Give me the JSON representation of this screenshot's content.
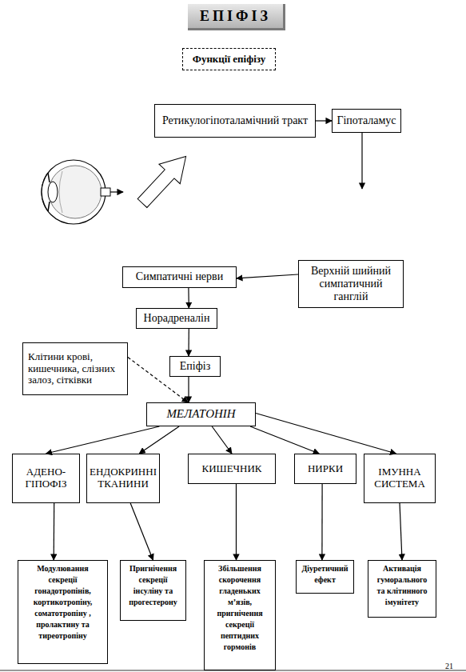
{
  "diagram": {
    "title": "ЕПІФІЗ",
    "nodes": [
      {
        "text": [
          "Функції епіфізу"
        ]
      },
      {
        "text": [
          "Ретикулогіпоталамічний тракт"
        ]
      },
      {
        "text": [
          "Гіпоталамус"
        ]
      },
      {
        "text": [
          "Симпатичні нерви"
        ]
      },
      {
        "text": [
          "Верхній шийний симпатичний ганглій"
        ]
      },
      {
        "text": [
          "Норадреналін"
        ]
      },
      {
        "text": [
          "Клітини крові, кишечника, слізних залоз, сітківки"
        ]
      },
      {
        "text": [
          "Епіфіз"
        ]
      },
      {
        "text": [
          "МЕЛАТОНІН"
        ]
      },
      {
        "text": [
          "АДЕНО-ГІПОФІЗ"
        ]
      },
      {
        "text": [
          "ЕНДОКРИННІ ТКАНИНИ"
        ]
      },
      {
        "text": [
          "КИШЕЧНИК"
        ]
      },
      {
        "text": [
          "НИРКИ"
        ]
      },
      {
        "text": [
          "ІМУННА СИСТЕМА"
        ]
      },
      {
        "text": [
          "Модулювання секреції гонадотропінів, кортикотропіну, соматотропіну , пролактину та тиреотропіну"
        ]
      },
      {
        "text": [
          "Пригнічення секреції інсуліну та прогестерону"
        ]
      },
      {
        "text": [
          "Збільшення скорочення гладеньких м’язів, пригнічення секреції пептидних гормонів"
        ]
      },
      {
        "text": [
          "Діуретичний ефект"
        ]
      },
      {
        "text": [
          "Активація гуморального та клітинного імунітету"
        ]
      }
    ],
    "edges": [
      {
        "from": 1,
        "to": 2,
        "arrow": "to"
      },
      {
        "from": 4,
        "to": 3,
        "arrow": "to"
      },
      {
        "from": 3,
        "to": 5,
        "arrow": "to"
      },
      {
        "from": 5,
        "to": 7,
        "arrow": "to"
      },
      {
        "from": 6,
        "to": 8,
        "arrow": "to"
      },
      {
        "from": 7,
        "to": 8,
        "arrow": "to"
      },
      {
        "from": 8,
        "to": 9,
        "arrow": "to"
      },
      {
        "from": 8,
        "to": 10,
        "arrow": "to"
      },
      {
        "from": 8,
        "to": 11,
        "arrow": "to"
      },
      {
        "from": 8,
        "to": 12,
        "arrow": "to"
      },
      {
        "from": 8,
        "to": 13,
        "arrow": "to"
      },
      {
        "from": 9,
        "to": 14,
        "arrow": "to"
      },
      {
        "from": 10,
        "to": 15,
        "arrow": "to"
      },
      {
        "from": 11,
        "to": 16,
        "arrow": "to"
      },
      {
        "from": 12,
        "to": 17,
        "arrow": "to"
      },
      {
        "from": 13,
        "to": 18,
        "arrow": "to"
      }
    ],
    "labels": [
      "21"
    ]
  }
}
